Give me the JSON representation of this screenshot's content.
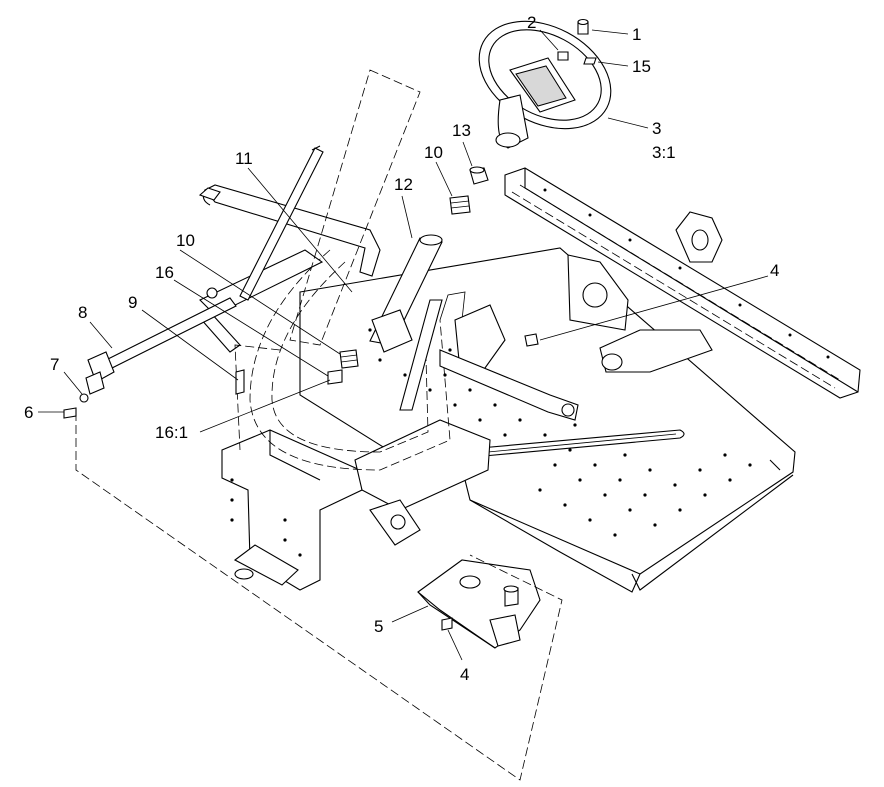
{
  "callouts": {
    "c1": "1",
    "c2": "2",
    "c15": "15",
    "c3": "3",
    "c3_1": "3:1",
    "c13": "13",
    "c10a": "10",
    "c11": "11",
    "c12": "12",
    "c10b": "10",
    "c16": "16",
    "c4a": "4",
    "c8": "8",
    "c9": "9",
    "c7": "7",
    "c6": "6",
    "c16_1": "16:1",
    "c5": "5",
    "c4b": "4"
  }
}
